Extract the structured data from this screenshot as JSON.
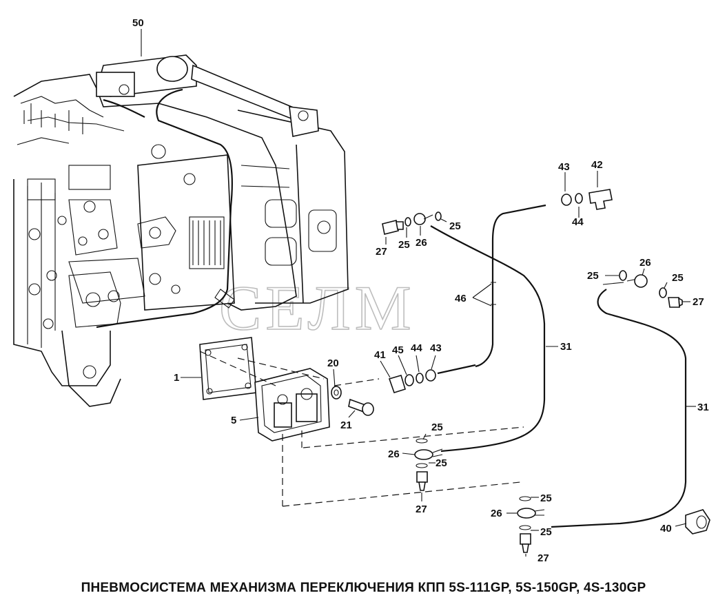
{
  "watermark": "СЕЛМ",
  "caption": "ПНЕВМОСИСТЕМА МЕХАНИЗМА ПЕРЕКЛЮЧЕНИЯ КПП 5S-111GP, 5S-150GP, 4S-130GP",
  "callouts": {
    "c50": "50",
    "c43a": "43",
    "c42": "42",
    "c44a": "44",
    "c25a": "25",
    "c27a": "27",
    "c25b": "25",
    "c26a": "26",
    "c46": "46",
    "c25c": "25",
    "c26b": "26",
    "c25d": "25",
    "c27b": "27",
    "c31a": "31",
    "c1": "1",
    "c20": "20",
    "c41": "41",
    "c45": "45",
    "c44b": "44",
    "c43b": "43",
    "c5": "5",
    "c21": "21",
    "c25e": "25",
    "c26c": "26",
    "c25f": "25",
    "c27c": "27",
    "c31b": "31",
    "c25g": "25",
    "c26d": "26",
    "c25h": "25",
    "c27d": "27",
    "c40": "40"
  }
}
